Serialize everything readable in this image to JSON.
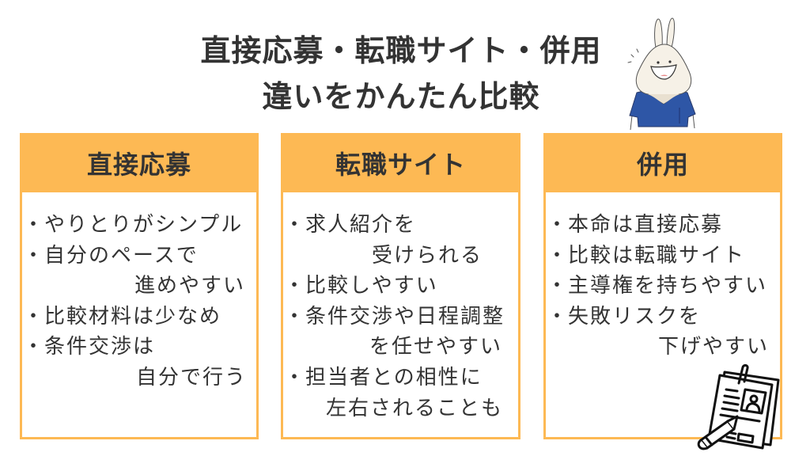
{
  "title": {
    "line1": "直接応募・転職サイト・併用",
    "line2": "違いをかんたん比較"
  },
  "bullet": "・",
  "colors": {
    "accent": "#FDB954",
    "text": "#333333",
    "shirt": "#2E56A6",
    "background": "#FFFFFF"
  },
  "cards": [
    {
      "header": "直接応募",
      "items": [
        {
          "lines": [
            "やりとりがシンプル"
          ]
        },
        {
          "lines": [
            "自分のペースで",
            "進めやすい"
          ]
        },
        {
          "lines": [
            "比較材料は少なめ"
          ]
        },
        {
          "lines": [
            "条件交渉は",
            "自分で行う"
          ]
        }
      ]
    },
    {
      "header": "転職サイト",
      "items": [
        {
          "lines": [
            "求人紹介を",
            "受けられる"
          ]
        },
        {
          "lines": [
            "比較しやすい"
          ]
        },
        {
          "lines": [
            "条件交渉や日程調整",
            "を任せやすい"
          ]
        },
        {
          "lines": [
            "担当者との相性に",
            "左右されることも"
          ]
        }
      ]
    },
    {
      "header": "併用",
      "items": [
        {
          "lines": [
            "本命は直接応募"
          ]
        },
        {
          "lines": [
            "比較は転職サイト"
          ]
        },
        {
          "lines": [
            "主導権を持ちやすい"
          ]
        },
        {
          "lines": [
            "失敗リスクを",
            "下げやすい"
          ]
        }
      ]
    }
  ],
  "icons": {
    "mascot": "rabbit-mascot-icon",
    "resume": "resume-pencil-icon"
  }
}
